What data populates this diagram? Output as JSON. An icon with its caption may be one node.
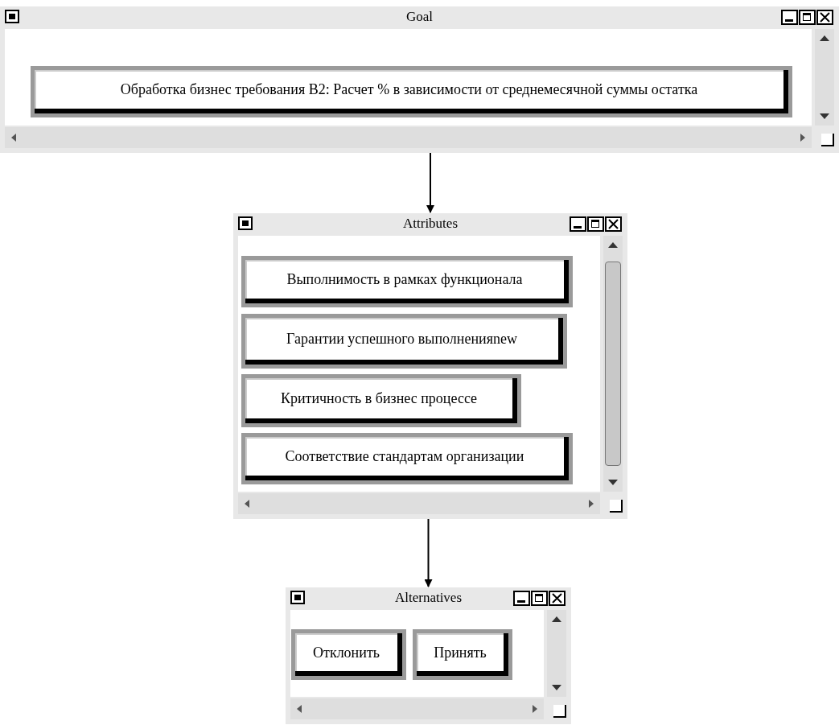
{
  "diagram": {
    "nodes": [
      {
        "text": [
          "Goal"
        ]
      },
      {
        "text": [
          "Обработка бизнес требования B2: Расчет % в зависимости от среднемесячной суммы остатка"
        ],
        "in": 0
      },
      {
        "text": [
          "Attributes"
        ]
      },
      {
        "text": [
          "Выполнимость в рамках функционала"
        ],
        "in": 2
      },
      {
        "text": [
          "Гарантии успешного выполненияnew"
        ],
        "in": 2
      },
      {
        "text": [
          "Критичность в бизнес процессе"
        ],
        "in": 2
      },
      {
        "text": [
          "Соответствие стандартам организации"
        ],
        "in": 2
      },
      {
        "text": [
          "Alternatives"
        ]
      },
      {
        "text": [
          "Отклонить"
        ],
        "in": 7
      },
      {
        "text": [
          "Принять"
        ],
        "in": 7
      }
    ],
    "edges": [
      {
        "from": 0,
        "to": 2,
        "arrow": "to"
      },
      {
        "from": 2,
        "to": 7,
        "arrow": "to"
      }
    ]
  }
}
